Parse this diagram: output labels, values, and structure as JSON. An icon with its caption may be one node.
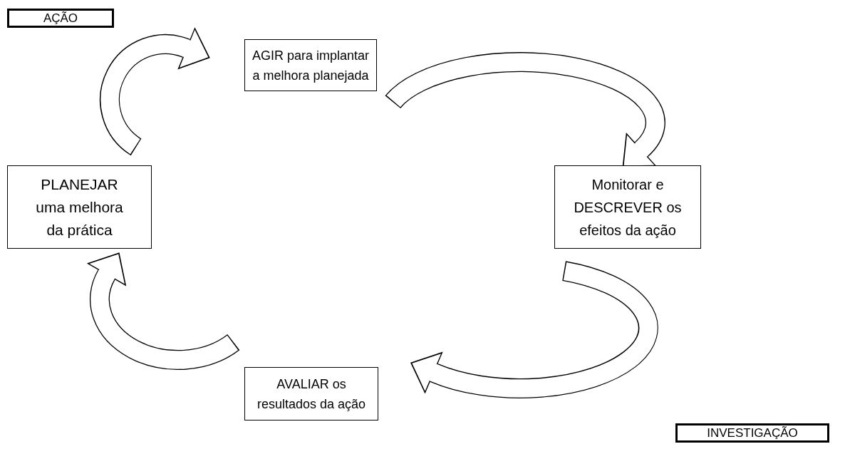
{
  "diagram": {
    "nodes": [
      {
        "text": [
          "AÇÃO"
        ]
      },
      {
        "text": [
          "AGIR para implantar a melhora planejada"
        ]
      },
      {
        "text": [
          "PLANEJAR uma melhora da prática"
        ]
      },
      {
        "text": [
          "Monitorar e DESCREVER os efeitos da ação"
        ]
      },
      {
        "text": [
          "AVALIAR os resultados da ação"
        ]
      },
      {
        "text": [
          "INVESTIGAÇÃO"
        ]
      }
    ],
    "edges": [
      {
        "from": 2,
        "to": 1,
        "arrow": "to"
      },
      {
        "from": 1,
        "to": 3,
        "arrow": "to"
      },
      {
        "from": 3,
        "to": 4,
        "arrow": "to"
      },
      {
        "from": 4,
        "to": 2,
        "arrow": "to"
      }
    ]
  }
}
